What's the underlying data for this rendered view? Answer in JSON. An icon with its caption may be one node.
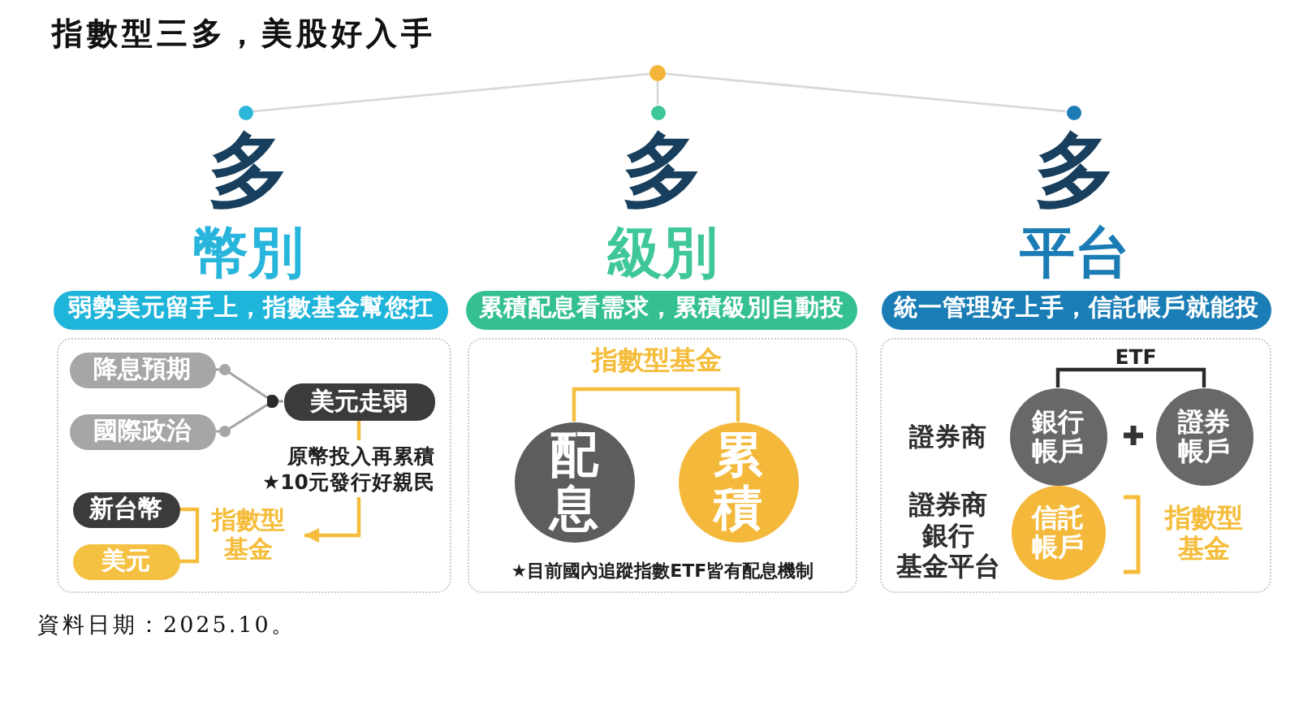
{
  "diagram": {
    "title": "指數型三多，美股好入手",
    "caption": "資料日期：2025.10。",
    "nodes": [
      {
        "text": [],
        "shape": "circle"
      },
      {
        "text": [],
        "shape": "circle"
      },
      {
        "text": [],
        "shape": "circle"
      },
      {
        "text": [],
        "shape": "circle"
      },
      {
        "text": [
          "弱勢美元留手上，指數基金幫您扛"
        ]
      },
      {
        "text": [],
        "shape": "box"
      },
      {
        "text": [
          "降息預期"
        ],
        "in": 5
      },
      {
        "text": [
          "國際政治"
        ],
        "in": 5
      },
      {
        "text": [
          "美元走弱"
        ],
        "in": 5
      },
      {
        "text": [
          "新台幣"
        ],
        "in": 5
      },
      {
        "text": [
          "美元"
        ],
        "in": 5
      },
      {
        "text": [
          "指數型基金"
        ],
        "in": 5
      },
      {
        "text": [
          "累積配息看需求，累積級別自動投"
        ]
      },
      {
        "text": [],
        "shape": "box"
      },
      {
        "text": [
          "指數型基金"
        ],
        "in": 13
      },
      {
        "text": [
          "配息"
        ],
        "in": 13
      },
      {
        "text": [
          "累積"
        ],
        "in": 13
      },
      {
        "text": [
          "統一管理好上手，信託帳戶就能投"
        ]
      },
      {
        "text": [],
        "shape": "box"
      },
      {
        "text": [
          "ETF"
        ],
        "in": 18
      },
      {
        "text": [
          "銀行帳戶"
        ],
        "in": 18
      },
      {
        "text": [
          "證券帳戶"
        ],
        "in": 18
      },
      {
        "text": [
          "信託帳戶"
        ],
        "in": 18
      },
      {
        "text": [
          "指數型基金"
        ],
        "in": 18
      }
    ],
    "edges": [
      {
        "from": 0,
        "to": 1,
        "arrow": "none",
        "color": "#d9d9d9"
      },
      {
        "from": 0,
        "to": 2,
        "arrow": "none",
        "color": "#d9d9d9"
      },
      {
        "from": 0,
        "to": 3,
        "arrow": "none",
        "color": "#d9d9d9"
      },
      {
        "from": 6,
        "to": 8,
        "arrow": "other",
        "color": "#a6a6a6"
      },
      {
        "from": 7,
        "to": 8,
        "arrow": "other",
        "color": "#a6a6a6"
      },
      {
        "from": 8,
        "to": 11,
        "arrow": "to",
        "label": "原幣投入再累積 ★10元發行好親民"
      },
      {
        "from": 9,
        "to": 11,
        "arrow": "none"
      },
      {
        "from": 10,
        "to": 11,
        "arrow": "none"
      },
      {
        "from": 14,
        "to": 15,
        "arrow": "none"
      },
      {
        "from": 14,
        "to": 16,
        "arrow": "none"
      },
      {
        "from": 19,
        "to": 20,
        "arrow": "none",
        "color": "#2b2b2b"
      },
      {
        "from": 19,
        "to": 21,
        "arrow": "none",
        "color": "#2b2b2b"
      }
    ],
    "labels": [
      "多",
      "多",
      "多",
      "幣別",
      "級別",
      "平台",
      "★目前國內追蹤指數ETF皆有配息機制",
      "證券商",
      "證券商",
      "銀行",
      "基金平台"
    ]
  }
}
